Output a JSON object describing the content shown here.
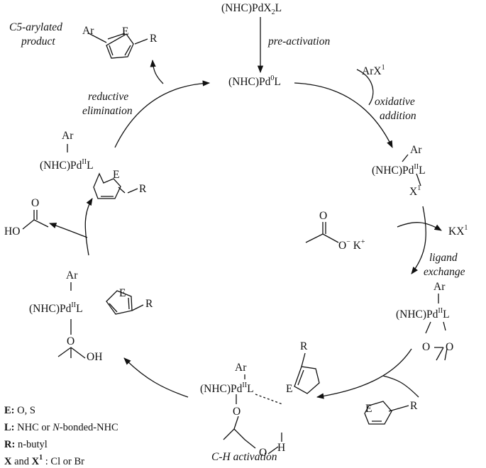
{
  "precatalyst": {
    "prefix": "(NHC)PdX",
    "sub": "2",
    "suffix": "L"
  },
  "preactivation_label": "pre-activation",
  "pd0": {
    "prefix": "(NHC)Pd",
    "sup": "0",
    "suffix": "L"
  },
  "arx1": {
    "prefix": "ArX",
    "sup": "1"
  },
  "oxidative_addition_label": [
    "oxidative",
    "addition"
  ],
  "oa_complex": {
    "ar": "Ar",
    "center": "(NHC)Pd",
    "ox": "II",
    "l": "L",
    "x": "X",
    "x_sup": "1"
  },
  "acetate_salt": {
    "o": "O",
    "o_minus": "O",
    "minus": "−",
    "k": "K",
    "k_sup": "+"
  },
  "kx1": {
    "prefix": "KX",
    "sup": "1"
  },
  "ligand_exchange_label": [
    "ligand",
    "exchange"
  ],
  "acetate_complex": {
    "ar": "Ar",
    "center": "(NHC)Pd",
    "ox": "II",
    "l": "L",
    "o1": "O",
    "o2": "O"
  },
  "heteroarene": {
    "e": "E",
    "r": "R"
  },
  "ch_complex": {
    "ar": "Ar",
    "center": "(NHC)Pd",
    "ox": "II",
    "l": "L",
    "o1": "O",
    "o2": "O",
    "h": "H",
    "e": "E",
    "r": "R"
  },
  "ch_activation_label": "C-H activation",
  "acoh_complex": {
    "ar": "Ar",
    "center": "(NHC)Pd",
    "ox": "II",
    "l": "L",
    "o": "O",
    "oh": "OH",
    "e": "E",
    "r": "R"
  },
  "acetic_acid": {
    "ho": "HO",
    "o": "O"
  },
  "aryl_complex": {
    "ar": "Ar",
    "center": "(NHC)Pd",
    "ox": "II",
    "l": "L",
    "e": "E",
    "r": "R"
  },
  "reductive_elimination_label": [
    "reductive",
    "elimination"
  ],
  "product_label": [
    "C5-arylated",
    "product"
  ],
  "product": {
    "ar": "Ar",
    "e": "E",
    "r": "R"
  },
  "legend": [
    {
      "key": "E:",
      "value": " O, S"
    },
    {
      "key": "L:",
      "value_pre": " NHC or ",
      "value_it": "N",
      "value_post": "-bonded-NHC"
    },
    {
      "key": "R:",
      "value": " n-butyl"
    },
    {
      "key": "X",
      "mid": " and ",
      "key2": "X",
      "key2_sup": "1",
      "value": " : Cl or Br"
    }
  ]
}
